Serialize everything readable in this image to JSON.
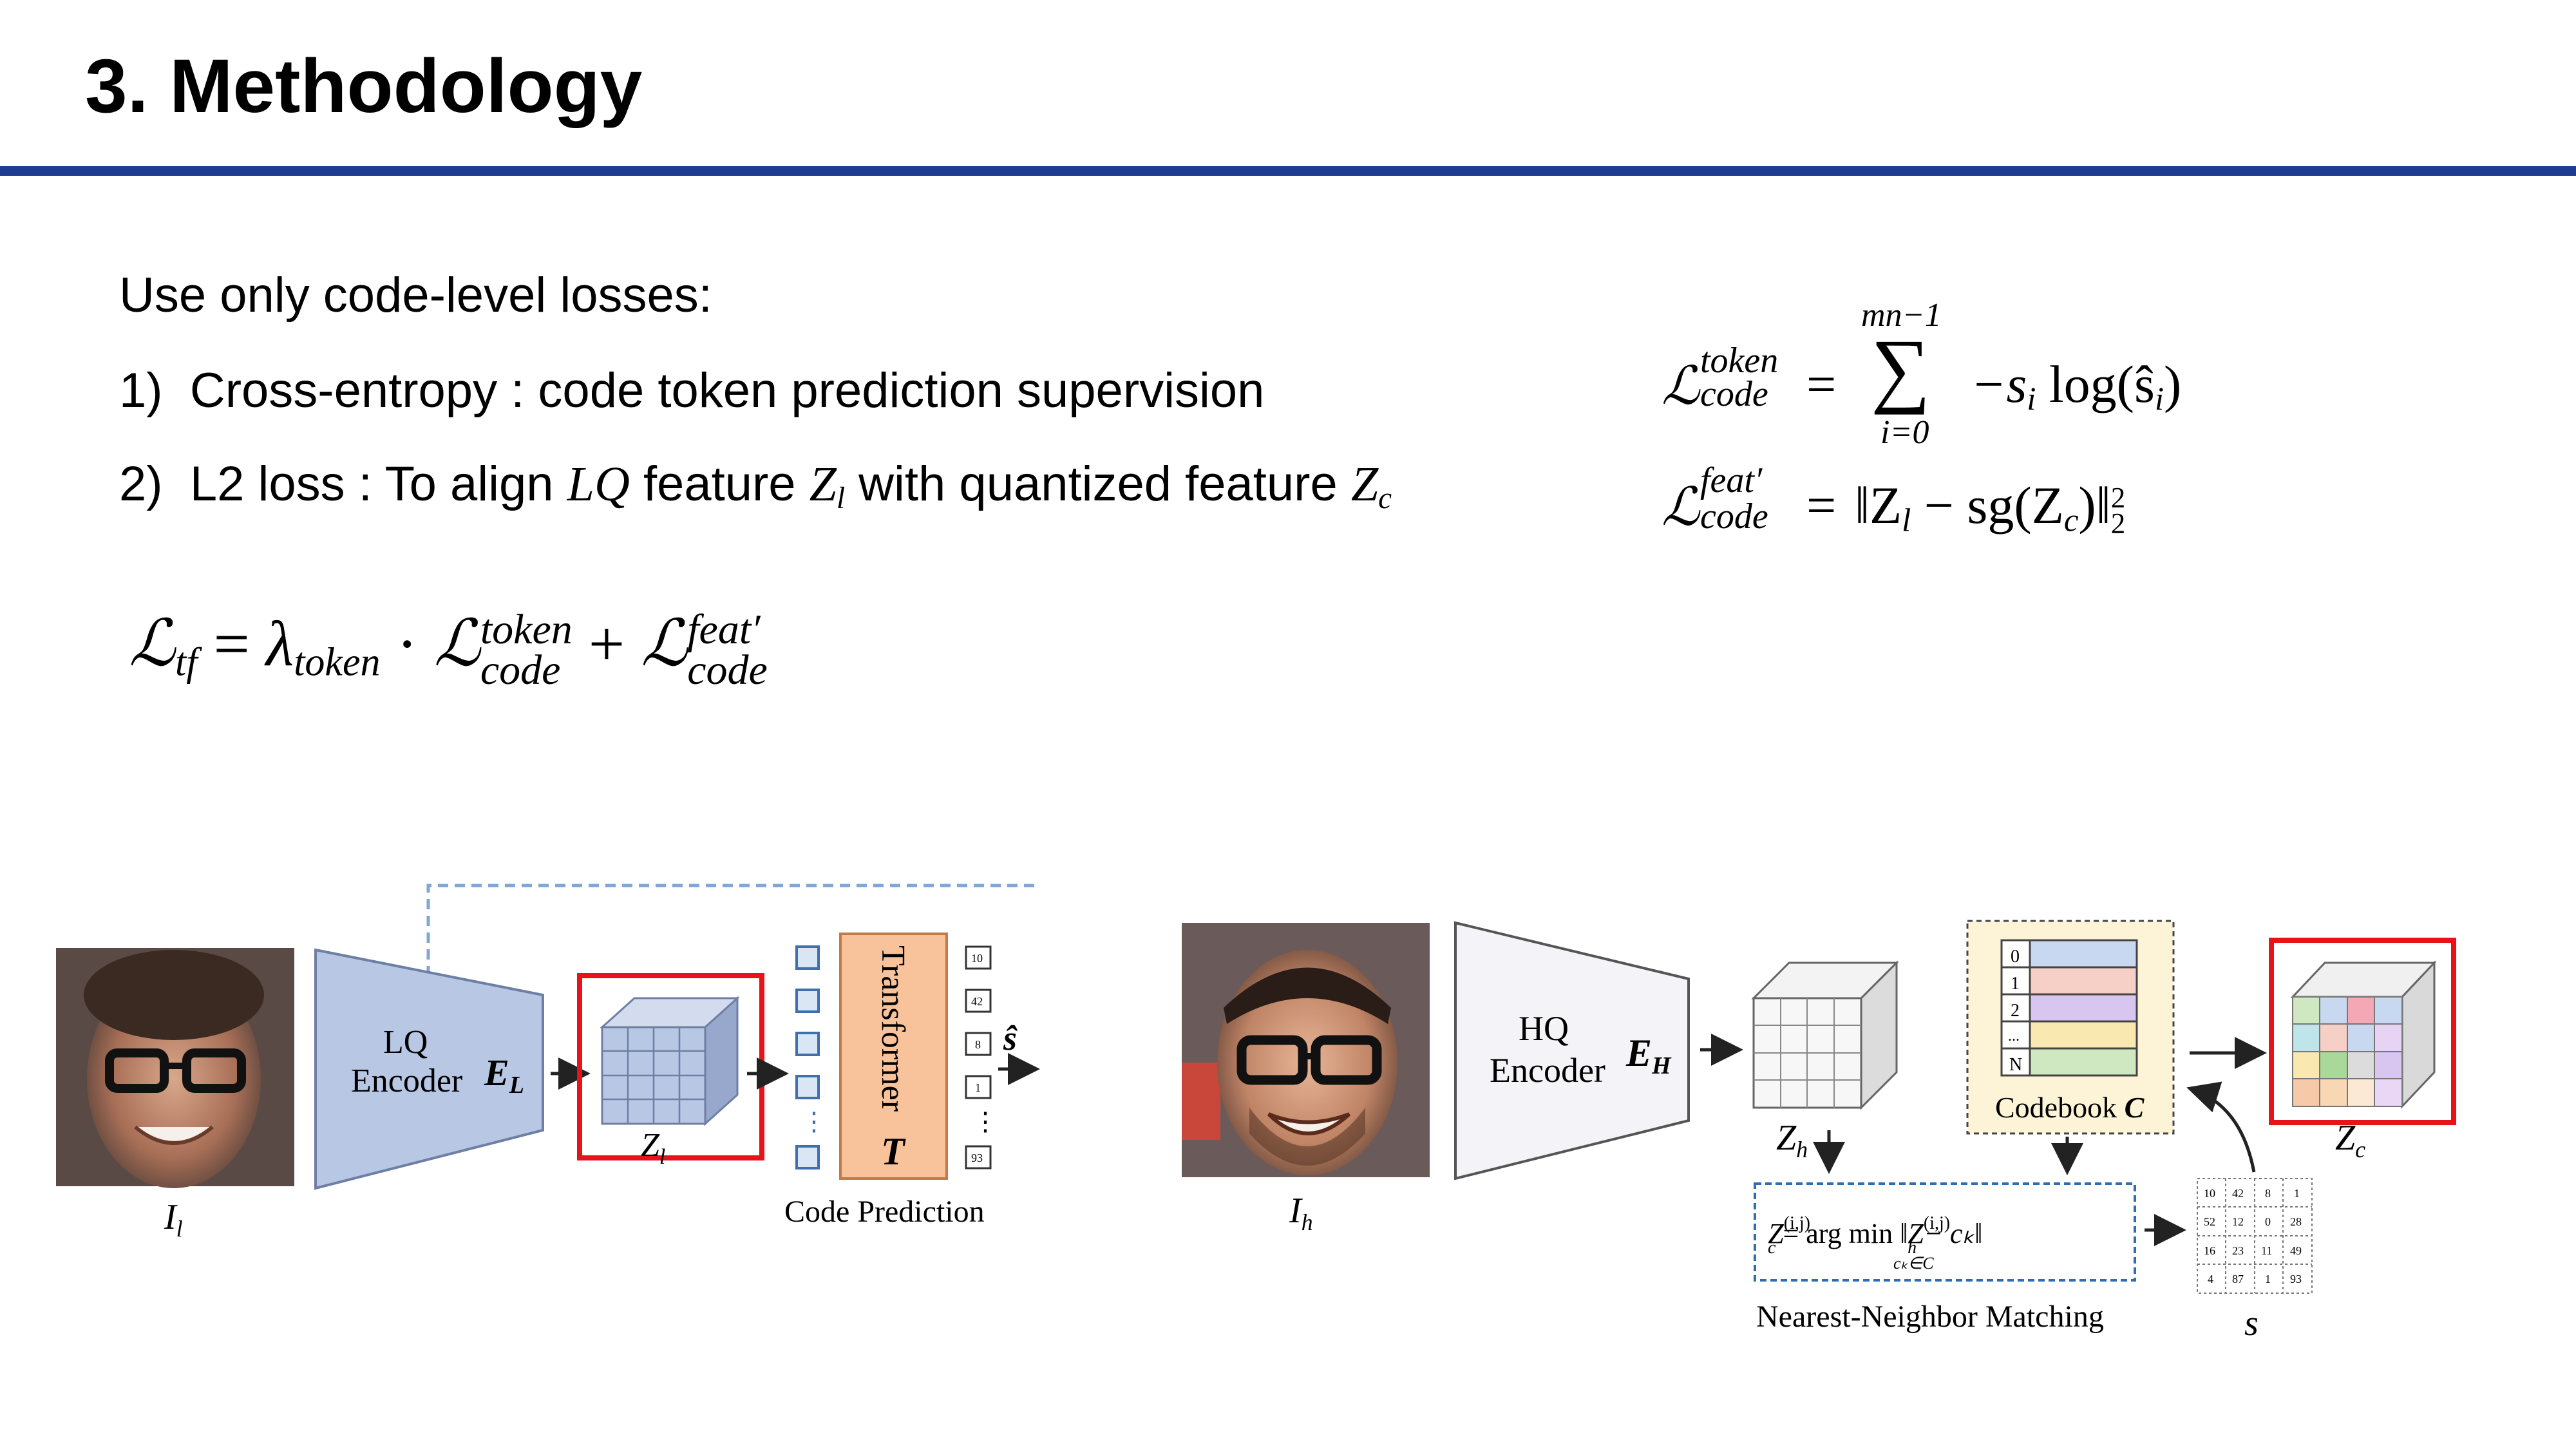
{
  "slide": {
    "title": "3. Methodology"
  },
  "intro": "Use only code-level losses:",
  "items": [
    {
      "num": "1)",
      "text": "Cross-entropy : code token prediction supervision"
    },
    {
      "num": "2)",
      "text_a": "L2 loss : To align ",
      "lq": "LQ",
      "text_b": " feature ",
      "zl_base": "Z",
      "zl_sub": "l",
      "text_c": " with quantized feature ",
      "zc_base": "Z",
      "zc_sub": "c"
    }
  ],
  "eq_main": {
    "lhs": "ℒ",
    "lhs_sub": "tf",
    "eq": "=",
    "lambda": "λ",
    "lambda_sub": "token",
    "dot": "·",
    "L": "ℒ",
    "token_sup": "token",
    "code_sub": "code",
    "plus": "+",
    "feat_sup": "feat′"
  },
  "eq_token": {
    "L": "ℒ",
    "sup": "token",
    "sub": "code",
    "eq": "=",
    "upper": "mn−1",
    "sigma": "∑",
    "lower": "i=0",
    "body": "−s",
    "body_sub": "i",
    "log": " log(ŝ",
    "log_sub": "i",
    "close": ")"
  },
  "eq_feat": {
    "L": "ℒ",
    "sup": "feat′",
    "sub": "code",
    "eq": "=",
    "body": "‖Z",
    "zl_sub": "l",
    "mid": " − sg(Z",
    "zc_sub": "c",
    "close": ")‖",
    "norm_sup": "2",
    "norm_sub": "2"
  },
  "left_fig": {
    "encoder_line1": "LQ",
    "encoder_line2": "Encoder",
    "encoder_sym": "E",
    "encoder_sym_sub": "L",
    "image_label": "I",
    "image_label_sub": "l",
    "feature_label": "Z",
    "feature_label_sub": "l",
    "transformer_label": "Transformer",
    "transformer_sym": "T",
    "tokens": [
      "10",
      "42",
      "8",
      "1",
      "93"
    ],
    "token_ellipsis": "⋮",
    "output_label": "ŝ",
    "caption": "Code Prediction"
  },
  "right_fig": {
    "encoder_line1": "HQ",
    "encoder_line2": "Encoder",
    "encoder_sym": "E",
    "encoder_sym_sub": "H",
    "image_label": "I",
    "image_label_sub": "h",
    "zh_label": "Z",
    "zh_sub": "h",
    "codebook_rows": [
      "0",
      "1",
      "2",
      "...",
      "N"
    ],
    "codebook_label": "Codebook ",
    "codebook_sym": "C",
    "zc_label": "Z",
    "zc_sub": "c",
    "nn_formula": "Z",
    "nn_formula_sup": "(i,j)",
    "nn_formula_sub": "c",
    "nn_eq": " = arg min ",
    "nn_argsub": "cₖ∈C",
    "nn_rhs": "‖Z",
    "nn_rhs_sup": "(i,j)",
    "nn_rhs_sub": "h",
    "nn_rhs_tail": " − cₖ‖",
    "nn_caption": "Nearest-Neighbor Matching",
    "s_label": "s",
    "s_grid": [
      [
        "10",
        "42",
        "8",
        "1"
      ],
      [
        "52",
        "12",
        "0",
        "28"
      ],
      [
        "16",
        "23",
        "11",
        "49"
      ],
      [
        "4",
        "87",
        "1",
        "93"
      ]
    ]
  },
  "colors": {
    "rule": "#1f3c93",
    "encoder_fill": "#b7c7e4",
    "transformer_fill": "#f8c29a",
    "highlight": "#e8121b",
    "codebook_bg": "#fdf3d6",
    "nn_border": "#2e6db4"
  }
}
